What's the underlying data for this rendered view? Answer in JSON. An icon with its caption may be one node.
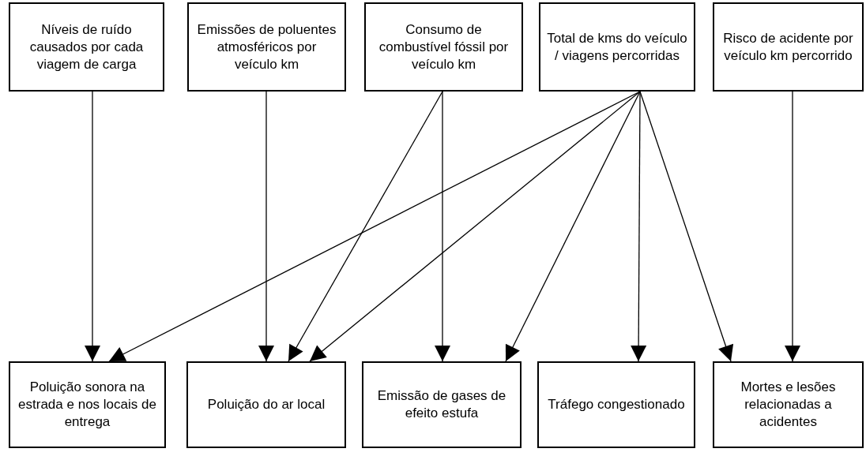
{
  "diagram": {
    "nodes": [
      {
        "text": [
          "Níveis de ruído causados por cada viagem de carga"
        ]
      },
      {
        "text": [
          "Emissões de poluentes atmosféricos por veículo km"
        ]
      },
      {
        "text": [
          "Consumo de combustível fóssil por veículo km"
        ]
      },
      {
        "text": [
          "Total de kms do veículo / viagens percorridas"
        ]
      },
      {
        "text": [
          "Risco de acidente por veículo km percorrido"
        ]
      },
      {
        "text": [
          "Poluição sonora na estrada e nos locais de entrega"
        ]
      },
      {
        "text": [
          "Poluição do ar local"
        ]
      },
      {
        "text": [
          "Emissão de gases de efeito estufa"
        ]
      },
      {
        "text": [
          "Tráfego congestionado"
        ]
      },
      {
        "text": [
          "Mortes e lesões relacionadas a acidentes"
        ]
      }
    ],
    "edges": [
      {
        "from": 0,
        "to": 5,
        "arrow": "to"
      },
      {
        "from": 1,
        "to": 6,
        "arrow": "to"
      },
      {
        "from": 2,
        "to": 7,
        "arrow": "to"
      },
      {
        "from": 2,
        "to": 6,
        "arrow": "to"
      },
      {
        "from": 3,
        "to": 5,
        "arrow": "to"
      },
      {
        "from": 3,
        "to": 6,
        "arrow": "to"
      },
      {
        "from": 3,
        "to": 7,
        "arrow": "to"
      },
      {
        "from": 3,
        "to": 8,
        "arrow": "to"
      },
      {
        "from": 3,
        "to": 9,
        "arrow": "to"
      },
      {
        "from": 4,
        "to": 9,
        "arrow": "to"
      }
    ]
  }
}
